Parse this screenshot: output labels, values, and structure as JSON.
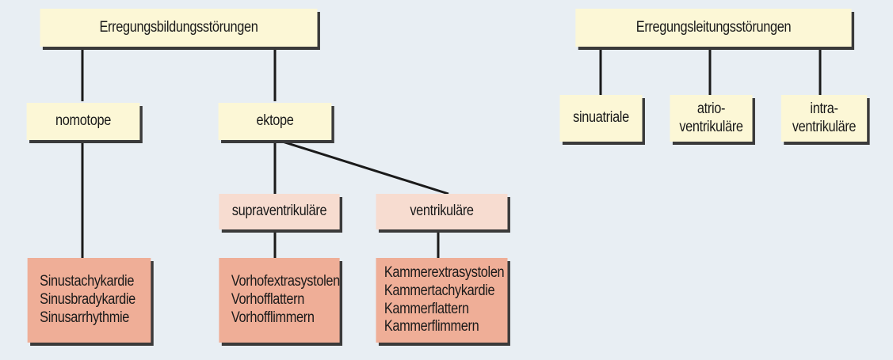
{
  "colors": {
    "background": "#e8eef3",
    "category_box": "#fcf7d6",
    "subcategory_box": "#f7dcd0",
    "leaf_box": "#efae97",
    "line": "#1a1a1a",
    "shadow": "#3a3a3a"
  },
  "left_tree": {
    "root": "Erregungsbildungsstörungen",
    "nomotope": "nomotope",
    "ektope": "ektope",
    "supraventrikulaere": "supraventrikuläre",
    "ventrikulaere": "ventrikuläre",
    "sinus_list": "Sinustachykardie\nSinusbradykardie\nSinusarrhythmie",
    "vorhof_list": "Vorhofextrasystolen\nVorhofflattern\nVorhofflimmern",
    "kammer_list": "Kammerextrasystolen\nKammertachykardie\nKammerflattern\nKammerflimmern"
  },
  "right_tree": {
    "root": "Erregungsleitungsstörungen",
    "sinuatriale": "sinuatriale",
    "atrioventrikulaere": "atrio-\nventrikuläre",
    "intraventrikulaere": "intra-\nventrikuläre"
  }
}
